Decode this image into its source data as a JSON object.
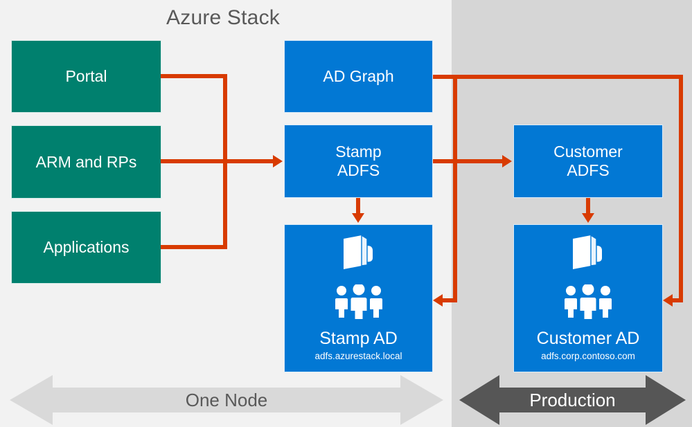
{
  "diagram": {
    "title": "Azure Stack",
    "colors": {
      "background": "#F2F2F2",
      "production_panel": "#D6D6D6",
      "green_box": "#00806E",
      "blue_box": "#0278D4",
      "connector": "#D83B01",
      "one_node_banner": "#D9D9D9",
      "production_banner": "#555555",
      "title_text": "#595959"
    }
  },
  "client_boxes": [
    {
      "id": "portal",
      "label": "Portal"
    },
    {
      "id": "arm-and-rps",
      "label": "ARM and RPs"
    },
    {
      "id": "applications",
      "label": "Applications"
    }
  ],
  "stamp_boxes": {
    "ad_graph": {
      "label": "AD Graph"
    },
    "stamp_adfs": {
      "line1": "Stamp",
      "line2": "ADFS"
    },
    "stamp_ad": {
      "label": "Stamp AD",
      "domain": "adfs.azurestack.local",
      "icons": [
        "folder-icon",
        "people-icon"
      ]
    }
  },
  "production_boxes": {
    "customer_adfs": {
      "line1": "Customer",
      "line2": "ADFS"
    },
    "customer_ad": {
      "label": "Customer AD",
      "domain": "adfs.corp.contoso.com",
      "icons": [
        "folder-icon",
        "people-icon"
      ]
    }
  },
  "banners": [
    {
      "id": "one-node",
      "label": "One Node",
      "direction": "double"
    },
    {
      "id": "production",
      "label": "Production",
      "direction": "double"
    }
  ],
  "connectors": [
    {
      "id": "portal-to-stamp-adfs",
      "from": "Portal",
      "to": "Stamp ADFS"
    },
    {
      "id": "arm-to-stamp-adfs",
      "from": "ARM and RPs",
      "to": "Stamp ADFS"
    },
    {
      "id": "applications-to-stamp-adfs",
      "from": "Applications",
      "to": "Stamp ADFS"
    },
    {
      "id": "stamp-adfs-to-stamp-ad",
      "from": "Stamp ADFS",
      "to": "Stamp AD"
    },
    {
      "id": "stamp-adfs-to-customer-adfs",
      "from": "Stamp ADFS",
      "to": "Customer ADFS"
    },
    {
      "id": "customer-adfs-to-customer-ad",
      "from": "Customer ADFS",
      "to": "Customer AD"
    },
    {
      "id": "ad-graph-to-stamp-ad",
      "from": "AD Graph",
      "to": "Stamp AD"
    },
    {
      "id": "ad-graph-to-customer-ad",
      "from": "AD Graph",
      "to": "Customer AD"
    }
  ]
}
